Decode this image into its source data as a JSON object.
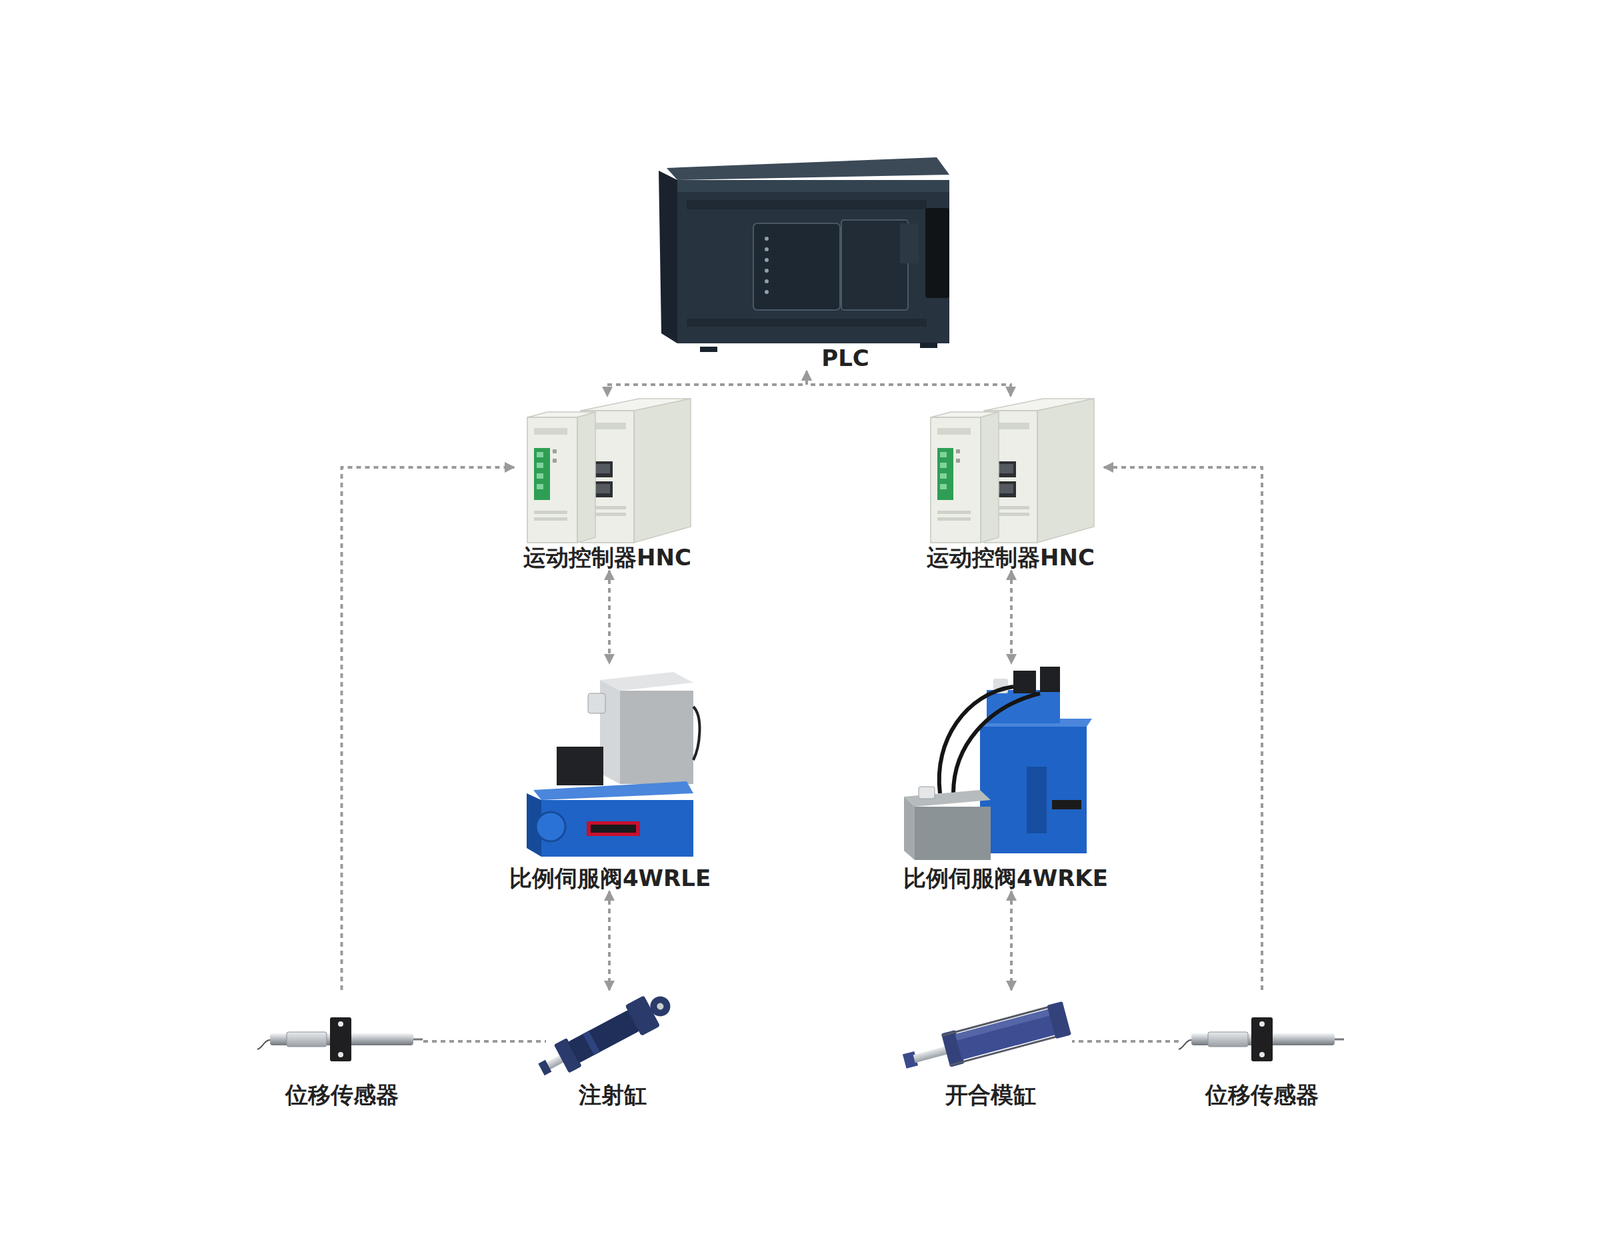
{
  "diagram": {
    "nodes": [
      {
        "text": [
          "PLC"
        ]
      },
      {
        "text": [
          "运动控制器HNC"
        ]
      },
      {
        "text": [
          "运动控制器HNC"
        ]
      },
      {
        "text": [
          "比例伺服阀4WRLE"
        ]
      },
      {
        "text": [
          "比例伺服阀4WRKE"
        ]
      },
      {
        "text": [
          "位移传感器"
        ]
      },
      {
        "text": [
          "注射缸"
        ]
      },
      {
        "text": [
          "开合模缸"
        ]
      },
      {
        "text": [
          "位移传感器"
        ]
      }
    ],
    "edges": [
      {
        "from": 0,
        "to": 1,
        "arrow": "both"
      },
      {
        "from": 0,
        "to": 2,
        "arrow": "both"
      },
      {
        "from": 1,
        "to": 3,
        "arrow": "both"
      },
      {
        "from": 2,
        "to": 4,
        "arrow": "both"
      },
      {
        "from": 3,
        "to": 6,
        "arrow": "both"
      },
      {
        "from": 4,
        "to": 7,
        "arrow": "both"
      },
      {
        "from": 5,
        "to": 1,
        "arrow": "to"
      },
      {
        "from": 8,
        "to": 2,
        "arrow": "to"
      },
      {
        "from": 5,
        "to": 6,
        "arrow": "none"
      },
      {
        "from": 8,
        "to": 7,
        "arrow": "none"
      }
    ]
  }
}
